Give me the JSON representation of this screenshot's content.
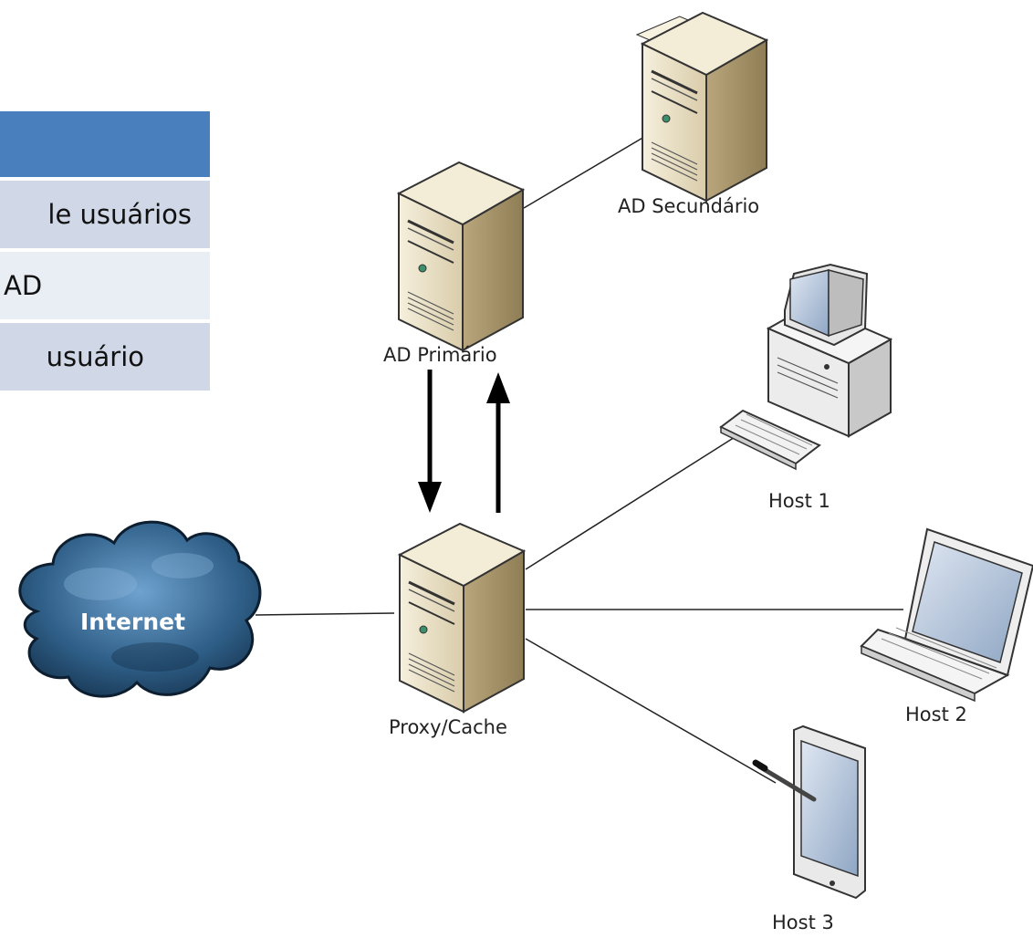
{
  "legend": {
    "rows": [
      {
        "text": "le usuários"
      },
      {
        "text": "AD"
      },
      {
        "text": "usuário"
      }
    ]
  },
  "nodes": {
    "ad_secundario": {
      "label": "AD Secundário"
    },
    "ad_primario": {
      "label": "AD Primário"
    },
    "proxy": {
      "label": "Proxy/Cache"
    },
    "internet": {
      "label": "Internet"
    },
    "host1": {
      "label": "Host 1"
    },
    "host2": {
      "label": "Host 2"
    },
    "host3": {
      "label": "Host 3"
    }
  },
  "colors": {
    "legend_header": "#4a7fbe",
    "legend_row_dark": "#d0d8e8",
    "legend_row_light": "#e9edf4",
    "server_beige": "#ece3cc",
    "cloud_blue": "#2f5f88"
  }
}
